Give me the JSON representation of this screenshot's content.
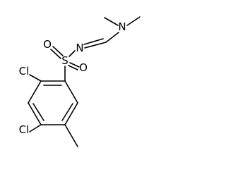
{
  "molecule": {
    "atoms": {
      "n_amine": "N",
      "n_imine": "N",
      "sulfur": "S",
      "oxygen_upper": "O",
      "oxygen_lower": "O",
      "chlorine_upper": "Cl",
      "chlorine_lower": "Cl"
    },
    "colors": {
      "bond": "#000000",
      "label": "#000000",
      "background": "#ffffff"
    }
  }
}
